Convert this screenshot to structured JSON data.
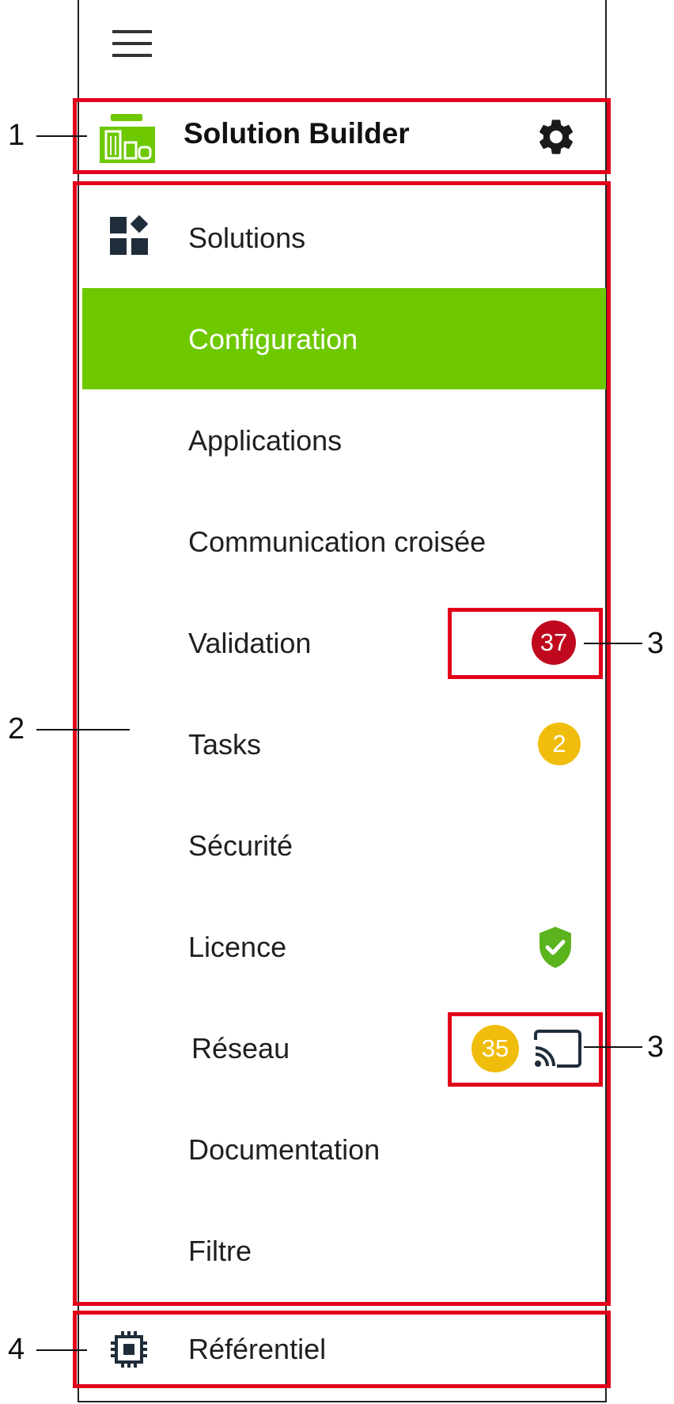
{
  "header": {
    "title": "Solution Builder"
  },
  "nav": {
    "items": [
      {
        "label": "Solutions"
      },
      {
        "label": "Configuration"
      },
      {
        "label": "Applications"
      },
      {
        "label": "Communication croisée"
      },
      {
        "label": "Validation",
        "badge": "37"
      },
      {
        "label": "Tasks",
        "badge": "2"
      },
      {
        "label": "Sécurité"
      },
      {
        "label": "Licence"
      },
      {
        "label": "Réseau",
        "badge": "35"
      },
      {
        "label": "Documentation"
      },
      {
        "label": "Filtre"
      }
    ]
  },
  "footer": {
    "label": "Référentiel"
  },
  "callouts": {
    "c1": "1",
    "c2": "2",
    "c3a": "3",
    "c3b": "3",
    "c4": "4"
  },
  "icons": {
    "menu": "hamburger-menu-icon",
    "logo": "wago-solution-builder-logo",
    "settings": "gear-icon",
    "solutions": "apps-grid-icon",
    "licence": "shield-check-icon",
    "network": "cast-network-icon",
    "repository": "chip-icon"
  },
  "colors": {
    "active": "#6ec800",
    "callout": "#e2001a",
    "badge_red": "#c0091e",
    "badge_yellow": "#f0bd0c",
    "shield": "#5bb31e"
  }
}
